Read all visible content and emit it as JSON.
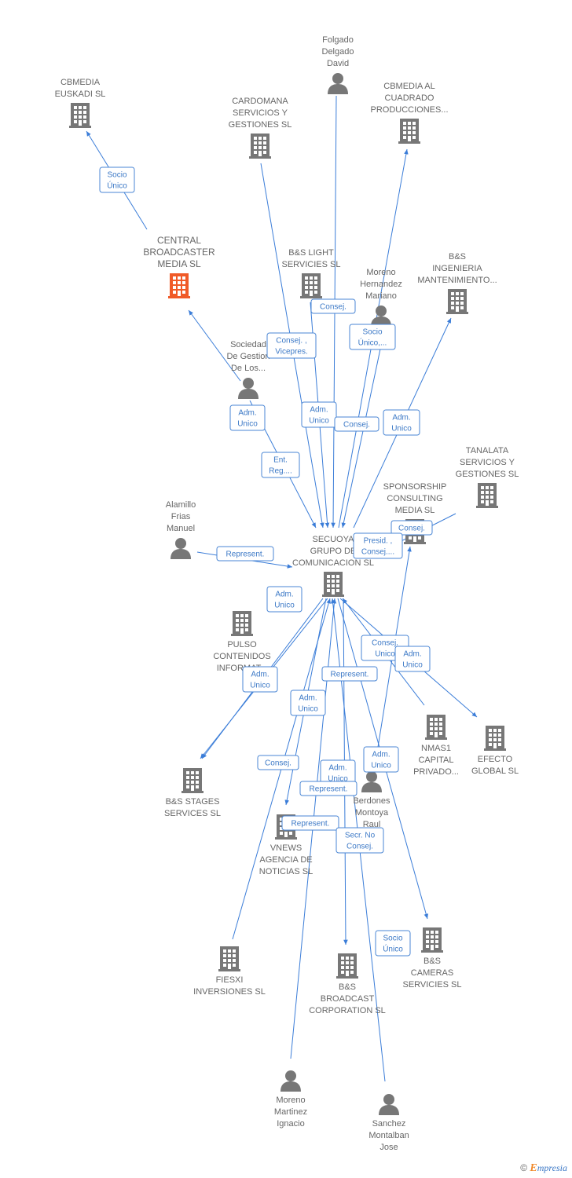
{
  "colors": {
    "edge": "#3b7dd8",
    "company": "#777777",
    "highlight": "#f05a28",
    "person": "#777777",
    "label": "#666666",
    "rel": "#3b78c6"
  },
  "nodes": [
    {
      "id": "cbmedia_euskadi",
      "type": "company",
      "lines": [
        "CBMEDIA",
        "EUSKADI SL"
      ]
    },
    {
      "id": "cardomana",
      "type": "company",
      "lines": [
        "CARDOMANA",
        "SERVICIOS Y",
        "GESTIONES SL"
      ]
    },
    {
      "id": "folgado",
      "type": "person",
      "lines": [
        "Folgado",
        "Delgado",
        "David"
      ]
    },
    {
      "id": "cbmedia_cuadrado",
      "type": "company",
      "lines": [
        "CBMEDIA AL",
        "CUADRADO",
        "PRODUCCIONES..."
      ]
    },
    {
      "id": "central",
      "type": "company",
      "highlight": true,
      "lines": [
        "CENTRAL",
        "BROADCASTER",
        "MEDIA SL"
      ]
    },
    {
      "id": "bs_light",
      "type": "company",
      "lines": [
        "B&S LIGHT",
        "SERVICIES SL"
      ]
    },
    {
      "id": "moreno_h",
      "type": "person",
      "lines": [
        "Moreno",
        "Hernandez",
        "Mariano"
      ]
    },
    {
      "id": "bs_ingenieria",
      "type": "company",
      "lines": [
        "B&S",
        "INGENIERIA",
        "MANTENIMIENTO..."
      ]
    },
    {
      "id": "sociedad",
      "type": "person",
      "lines": [
        "Sociedad",
        "De Gestion",
        "De Los..."
      ]
    },
    {
      "id": "tanalata",
      "type": "company",
      "lines": [
        "TANALATA",
        "SERVICIOS Y",
        "GESTIONES SL"
      ]
    },
    {
      "id": "sponsorship",
      "type": "company",
      "lines": [
        "SPONSORSHIP",
        "CONSULTING",
        "MEDIA SL"
      ]
    },
    {
      "id": "alamillo",
      "type": "person",
      "lines": [
        "Alamillo",
        "Frias",
        "Manuel"
      ]
    },
    {
      "id": "secuoya",
      "type": "company",
      "lines": [
        "SECUOYA",
        "GRUPO DE",
        "COMUNICACION SL"
      ]
    },
    {
      "id": "pulso",
      "type": "company",
      "lines": [
        "PULSO",
        "CONTENIDOS",
        "INFORMAT..."
      ]
    },
    {
      "id": "nmas1",
      "type": "company",
      "lines": [
        "NMAS1",
        "CAPITAL",
        "PRIVADO..."
      ]
    },
    {
      "id": "efecto",
      "type": "company",
      "lines": [
        "EFECTO",
        "GLOBAL SL"
      ]
    },
    {
      "id": "bs_stages",
      "type": "company",
      "lines": [
        "B&S STAGES",
        "SERVICES SL"
      ]
    },
    {
      "id": "berdones",
      "type": "person",
      "lines": [
        "Berdones",
        "Montoya",
        "Raul"
      ]
    },
    {
      "id": "vnews",
      "type": "company",
      "lines": [
        "VNEWS",
        "AGENCIA DE",
        "NOTICIAS SL"
      ]
    },
    {
      "id": "bs_cameras",
      "type": "company",
      "lines": [
        "B&S",
        "CAMERAS",
        "SERVICIES SL"
      ]
    },
    {
      "id": "fiesxi",
      "type": "company",
      "lines": [
        "FIESXI",
        "INVERSIONES SL"
      ]
    },
    {
      "id": "bs_broadcast",
      "type": "company",
      "lines": [
        "B&S",
        "BROADCAST",
        "CORPORATION SL"
      ]
    },
    {
      "id": "moreno_m",
      "type": "person",
      "lines": [
        "Moreno",
        "Martinez",
        "Ignacio"
      ]
    },
    {
      "id": "sanchez",
      "type": "person",
      "lines": [
        "Sanchez",
        "Montalban",
        "Jose"
      ]
    }
  ],
  "relations": [
    {
      "id": "r1",
      "lines": [
        "Socio",
        "Único"
      ]
    },
    {
      "id": "r2",
      "lines": [
        "Consej."
      ]
    },
    {
      "id": "r3",
      "lines": [
        "Consej. ,",
        "Vicepres."
      ]
    },
    {
      "id": "r4",
      "lines": [
        "Socio",
        "Único,..."
      ]
    },
    {
      "id": "r5",
      "lines": [
        "Adm.",
        "Unico"
      ]
    },
    {
      "id": "r6",
      "lines": [
        "Adm.",
        "Unico"
      ]
    },
    {
      "id": "r7",
      "lines": [
        "Consej."
      ]
    },
    {
      "id": "r8",
      "lines": [
        "Adm.",
        "Unico"
      ]
    },
    {
      "id": "r9",
      "lines": [
        "Ent.",
        "Reg...."
      ]
    },
    {
      "id": "r10",
      "lines": [
        "Consej."
      ]
    },
    {
      "id": "r11",
      "lines": [
        "Presid. ,",
        "Consej...."
      ]
    },
    {
      "id": "r12",
      "lines": [
        "Represent."
      ]
    },
    {
      "id": "r13",
      "lines": [
        "Adm.",
        "Unico"
      ]
    },
    {
      "id": "r14",
      "lines": [
        "Consej.",
        "Unico"
      ]
    },
    {
      "id": "r15",
      "lines": [
        "Adm.",
        "Unico"
      ]
    },
    {
      "id": "r16",
      "lines": [
        "Represent."
      ]
    },
    {
      "id": "r17",
      "lines": [
        "Adm.",
        "Unico"
      ]
    },
    {
      "id": "r18",
      "lines": [
        "Adm.",
        "Unico"
      ]
    },
    {
      "id": "r19",
      "lines": [
        "Consej."
      ]
    },
    {
      "id": "r20",
      "lines": [
        "Adm.",
        "Unico"
      ]
    },
    {
      "id": "r21",
      "lines": [
        "Adm.",
        "Unico"
      ]
    },
    {
      "id": "r22",
      "lines": [
        "Represent."
      ]
    },
    {
      "id": "r23",
      "lines": [
        "Represent."
      ]
    },
    {
      "id": "r24",
      "lines": [
        "Secr.  No",
        "Consej."
      ]
    },
    {
      "id": "r25",
      "lines": [
        "Socio",
        "Único"
      ]
    }
  ],
  "edges": [
    [
      "central",
      "cbmedia_euskadi"
    ],
    [
      "cardomana",
      "secuoya"
    ],
    [
      "folgado",
      "secuoya"
    ],
    [
      "secuoya",
      "cbmedia_cuadrado"
    ],
    [
      "sociedad",
      "central"
    ],
    [
      "sociedad",
      "secuoya"
    ],
    [
      "moreno_h",
      "secuoya"
    ],
    [
      "secuoya",
      "bs_ingenieria"
    ],
    [
      "bs_light",
      "secuoya"
    ],
    [
      "tanalata",
      "secuoya"
    ],
    [
      "alamillo",
      "secuoya"
    ],
    [
      "secuoya",
      "pulso"
    ],
    [
      "secuoya",
      "efecto"
    ],
    [
      "nmas1",
      "secuoya"
    ],
    [
      "secuoya",
      "bs_stages"
    ],
    [
      "berdones",
      "sponsorship"
    ],
    [
      "secuoya",
      "vnews"
    ],
    [
      "secuoya",
      "bs_cameras"
    ],
    [
      "fiesxi",
      "secuoya"
    ],
    [
      "secuoya",
      "bs_broadcast"
    ],
    [
      "moreno_m",
      "secuoya"
    ],
    [
      "sanchez",
      "secuoya"
    ]
  ],
  "brand": {
    "copyright": "©",
    "name_initial": "E",
    "name_rest": "mpresia"
  }
}
